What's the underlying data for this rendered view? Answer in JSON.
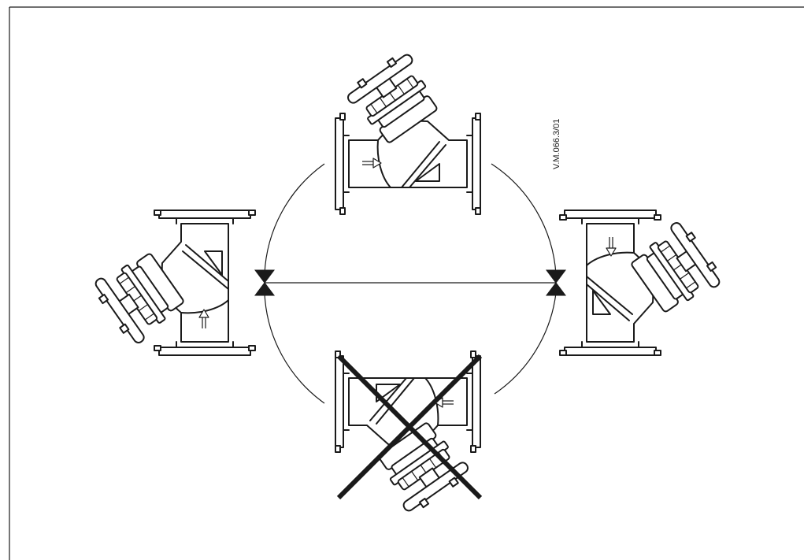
{
  "drawing": {
    "reference_code": "V.M.066.3/01",
    "line_color": "#1a1a1a",
    "background": "#ffffff"
  },
  "positions": [
    {
      "name": "top",
      "allowed": true
    },
    {
      "name": "left",
      "allowed": true
    },
    {
      "name": "right",
      "allowed": true
    },
    {
      "name": "bottom",
      "allowed": false
    }
  ],
  "icons": {
    "allowed": "valve-icon",
    "not_allowed": "cross-out-icon",
    "limit": "bowtie-limit-icon",
    "flow": "flow-arrow-icon"
  }
}
